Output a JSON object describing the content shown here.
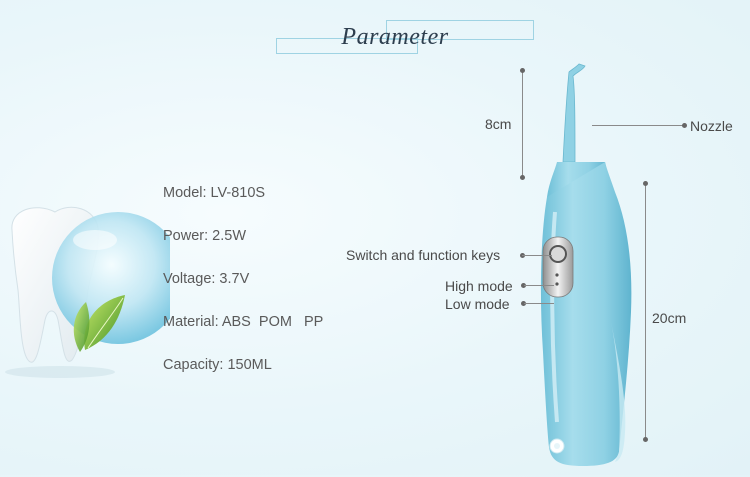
{
  "header": {
    "title": "Parameter"
  },
  "specs": {
    "model": "Model: LV-810S",
    "power": "Power: 2.5W",
    "voltage": "Voltage: 3.7V",
    "material": "Material: ABS  POM   PP",
    "capacity": "Capacity: 150ML"
  },
  "callouts": {
    "nozzle_length": "8cm",
    "nozzle": "Nozzle",
    "switch": "Switch and function keys",
    "high_mode": "High mode",
    "low_mode": "Low mode",
    "body_length": "20cm"
  },
  "colors": {
    "background": "#e9f6fa",
    "device_body": "#8fd1e4",
    "frame_line": "#9fd3e3",
    "title": "#2d3e4e"
  }
}
